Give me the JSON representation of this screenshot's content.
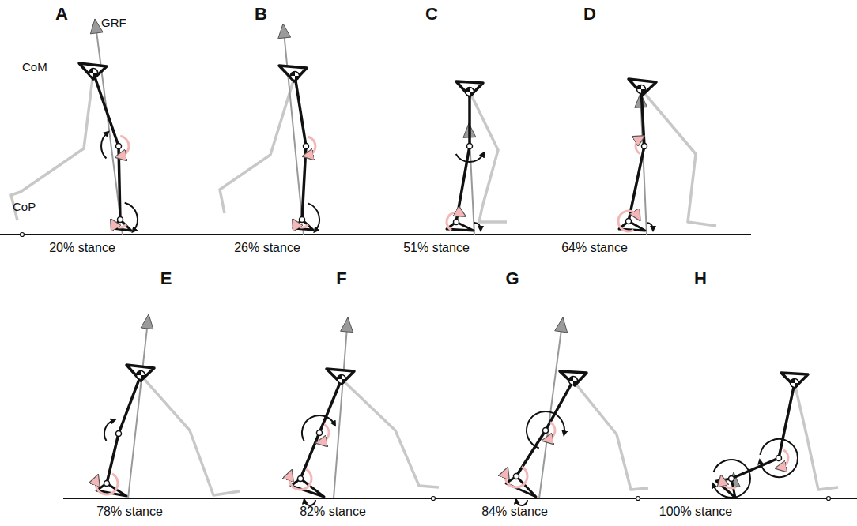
{
  "diagram": {
    "labels": [
      "A",
      "GRF",
      "CoM",
      "CoP",
      "20% stance",
      "B",
      "26% stance",
      "C",
      "51% stance",
      "D",
      "64% stance",
      "E",
      "78% stance",
      "F",
      "82% stance",
      "G",
      "84% stance",
      "H",
      "100% stance"
    ]
  }
}
